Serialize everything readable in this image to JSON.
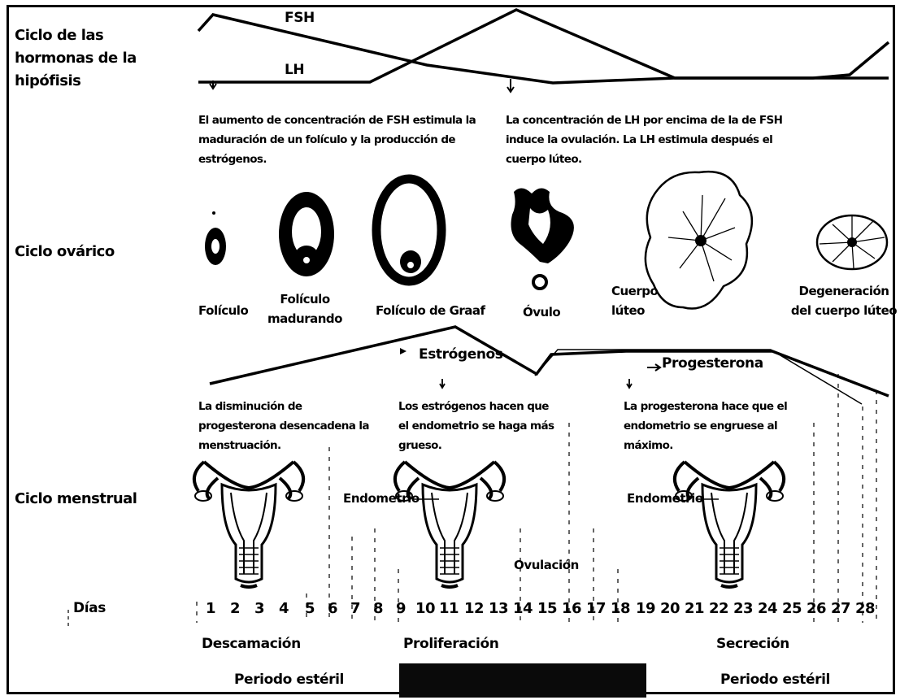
{
  "sections": {
    "pituitary": "Ciclo de las hormonas de la hipófisis",
    "ovarian": "Ciclo ovárico",
    "menstrual": "Ciclo menstrual"
  },
  "hormones": {
    "fsh": "FSH",
    "lh": "LH",
    "estrogen": "Estrógenos",
    "progesterone": "Progesterona"
  },
  "notes": {
    "fsh_note": "El aumento de concentración de FSH estimula la maduración de un folículo y la producción de estrógenos.",
    "lh_note": "La concentración de LH por encima de la de FSH induce la ovulación. La LH estimula después el cuerpo lúteo.",
    "progesterone_drop": "La disminución de progesterona desencadena la menstruación.",
    "estrogen_effect": "Los estrógenos hacen que el endometrio se haga más grueso.",
    "progesterone_effect": "La progesterona hace que el endometrio se engruese al máximo."
  },
  "ovary_stages": [
    "Folículo",
    "Folículo madurando",
    "Folículo de Graaf",
    "Óvulo",
    "Cuerpo lúteo",
    "Degeneración del cuerpo lúteo"
  ],
  "uterus_labels": {
    "endometrium_1": "Endometrio",
    "endometrium_2": "Endometrio",
    "ovulation": "Ovulación"
  },
  "days_label": "Días",
  "days": [
    "1",
    "2",
    "3",
    "4",
    "5",
    "6",
    "7",
    "8",
    "9",
    "10",
    "11",
    "12",
    "13",
    "14",
    "15",
    "16",
    "17",
    "18",
    "19",
    "20",
    "21",
    "22",
    "23",
    "24",
    "25",
    "26",
    "27",
    "28"
  ],
  "phases": {
    "shedding": "Descamación",
    "proliferation": "Proliferación",
    "secretion": "Secreción"
  },
  "periods": {
    "sterile_1": "Periodo estéril",
    "sterile_2": "Periodo estéril"
  },
  "colors": {
    "ink": "#000000",
    "paper": "#ffffff",
    "fertile_block": "#0a0a0a"
  }
}
